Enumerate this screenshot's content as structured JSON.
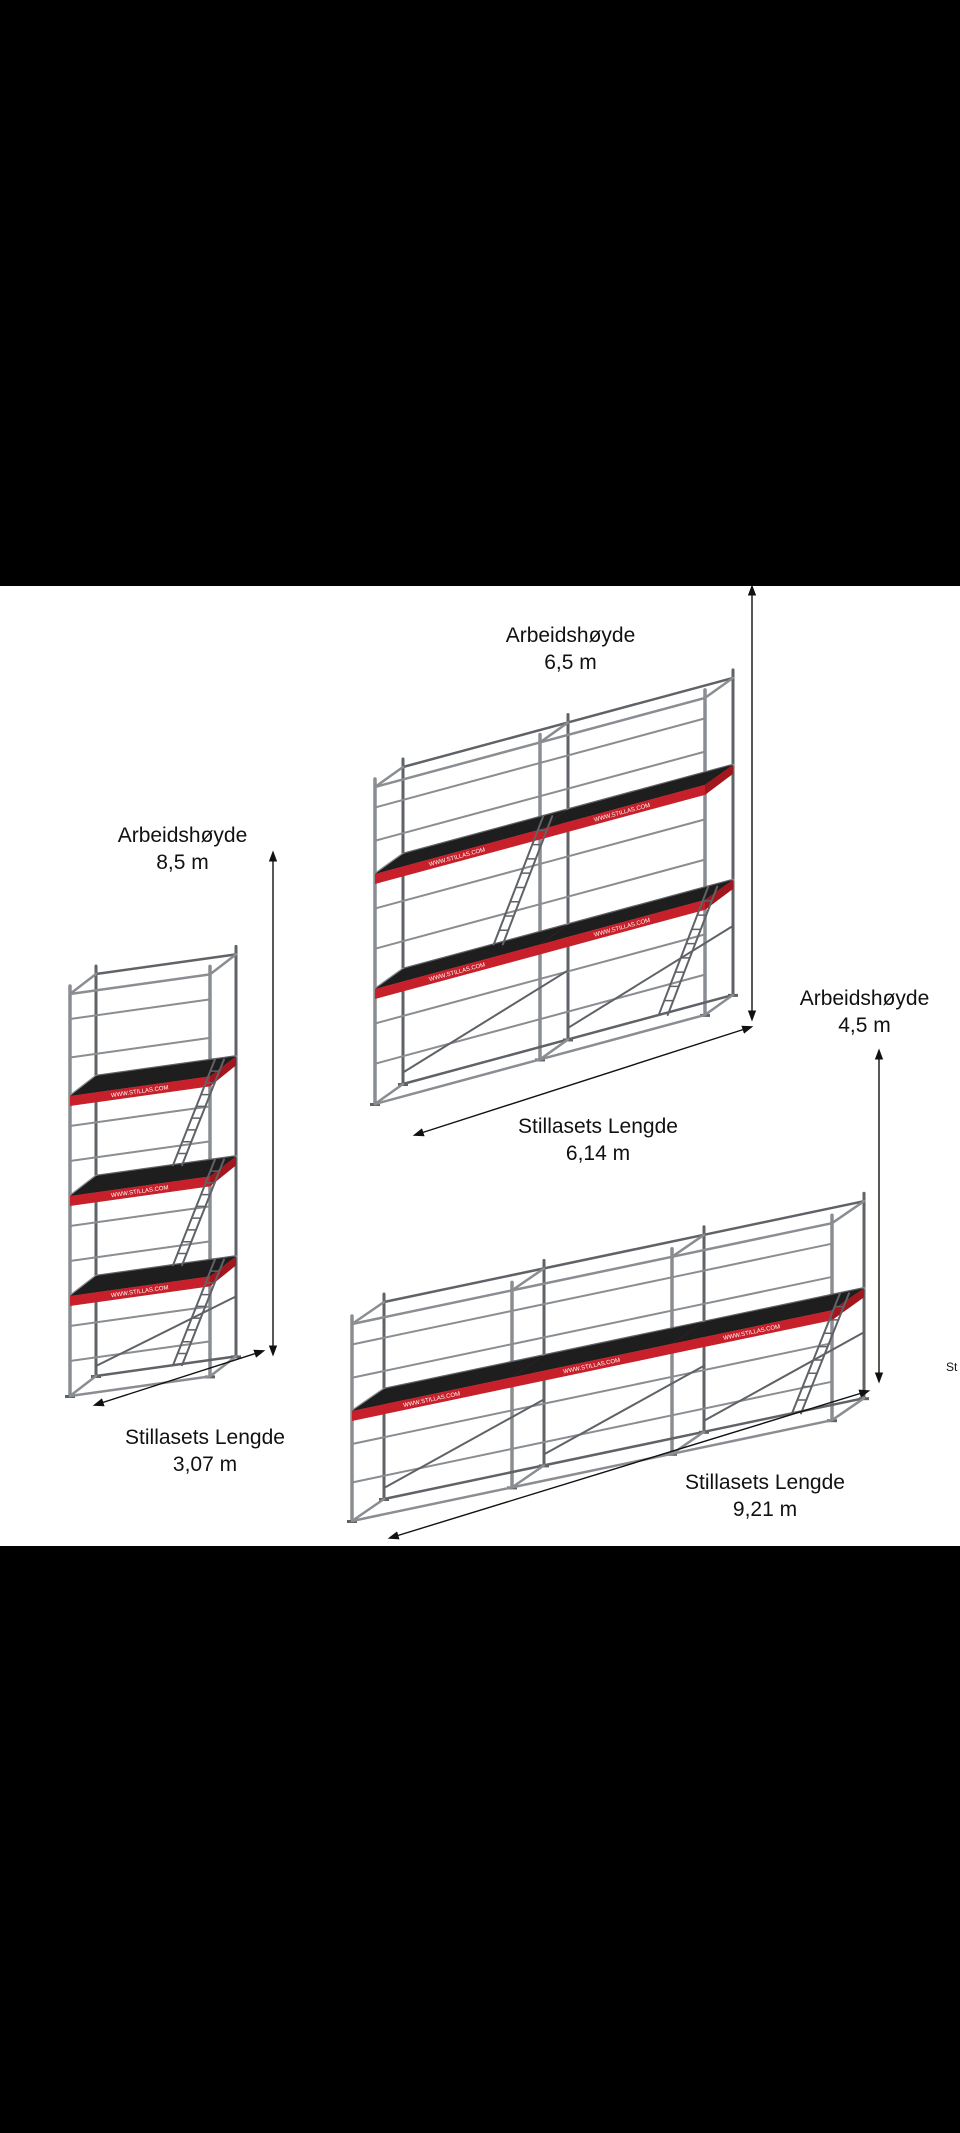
{
  "labels": {
    "scaffold_a": {
      "height_title": "Arbeidshøyde",
      "height_value": "8,5 m",
      "length_title": "Stillasets Lengde",
      "length_value": "3,07 m",
      "levels": 3,
      "bays": 1
    },
    "scaffold_b": {
      "height_title": "Arbeidshøyde",
      "height_value": "6,5 m",
      "length_title": "Stillasets Lengde",
      "length_value": "6,14 m",
      "levels": 2,
      "bays": 2
    },
    "scaffold_c": {
      "height_title": "Arbeidshøyde",
      "height_value": "4,5 m",
      "length_title": "Stillasets Lengde",
      "length_value": "9,21 m",
      "levels": 1,
      "bays": 3
    }
  },
  "edge_text": "St",
  "deck_print": "WWW.STILLAS.COM",
  "colors": {
    "background": "#000000",
    "panel": "#ffffff",
    "frame": "#8a8d91",
    "frame_dark": "#5f6266",
    "toeboard": "#c8202a",
    "deck": "#1e1e1e",
    "text": "#111111"
  }
}
